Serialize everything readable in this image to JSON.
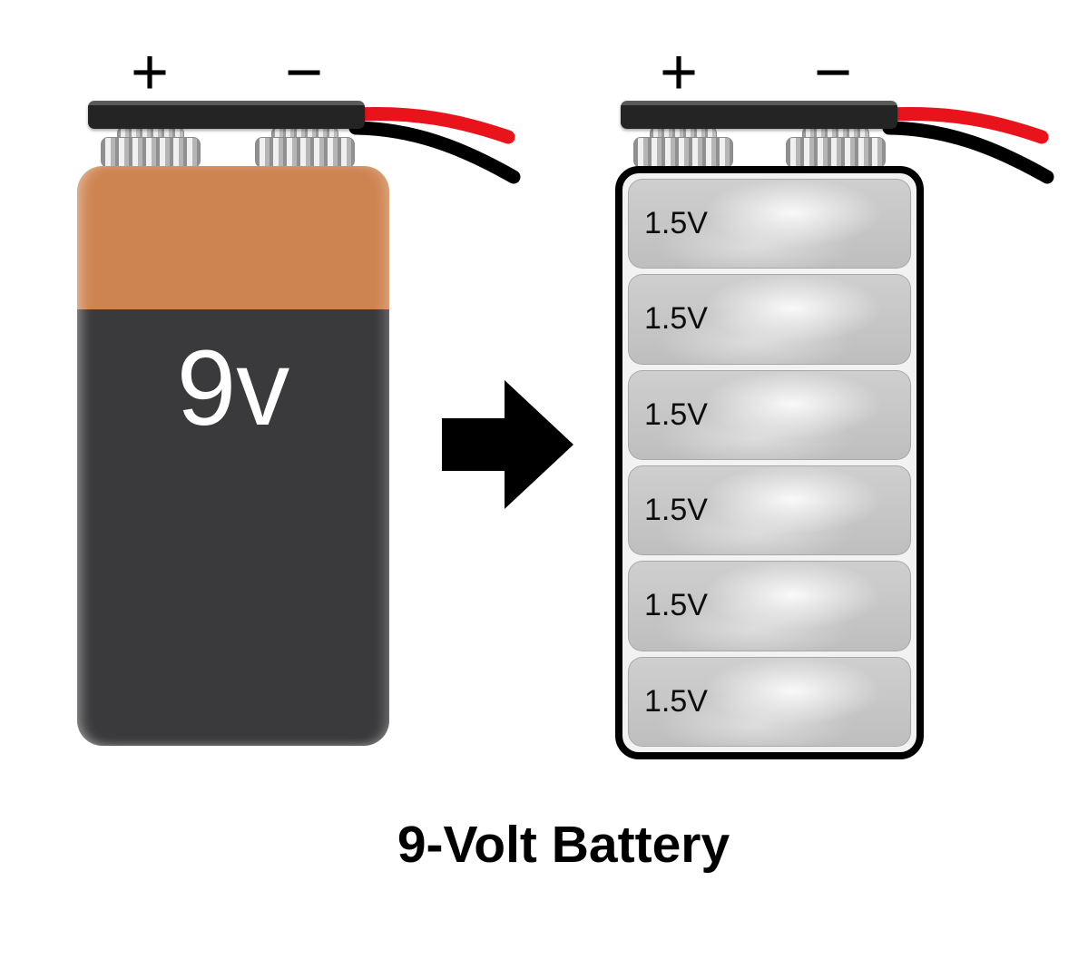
{
  "title": "9-Volt Battery",
  "left_battery": {
    "voltage_label": "9v",
    "positive_terminal": "+",
    "negative_terminal": "−"
  },
  "right_battery": {
    "positive_terminal": "+",
    "negative_terminal": "−",
    "cells": [
      "1.5V",
      "1.5V",
      "1.5V",
      "1.5V",
      "1.5V",
      "1.5V"
    ]
  },
  "colors": {
    "battery_orange": "#CE8451",
    "battery_dark": "#3A3A3C",
    "cap_black": "#242424",
    "wire_red": "#E8131B",
    "wire_black": "#000000",
    "cell_gray": "#C6C6C6",
    "terminal_silver": "#D0D0D0",
    "arrow_black": "#000000"
  }
}
